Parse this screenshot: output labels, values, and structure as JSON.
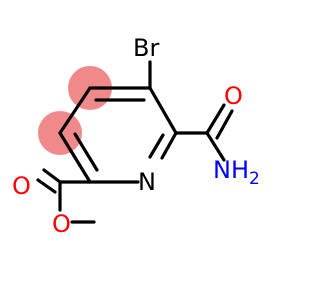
{
  "structure": {
    "atoms": {
      "bromine": {
        "text": "Br",
        "color": "#000000"
      },
      "ring_nitrogen": {
        "text": "N",
        "color": "#000000"
      },
      "carbonyl_oxygen_amide": {
        "text": "O",
        "color": "#ff0000"
      },
      "amide_nitrogen": {
        "text": "NH",
        "subscript": "2",
        "color": "#0000ff"
      },
      "carbonyl_oxygen_ester": {
        "text": "O",
        "color": "#ff0000"
      },
      "ester_oxygen": {
        "text": "O",
        "color": "#ff0000"
      }
    },
    "highlight_color": "#f08a8a",
    "bond_color": "#000000"
  }
}
